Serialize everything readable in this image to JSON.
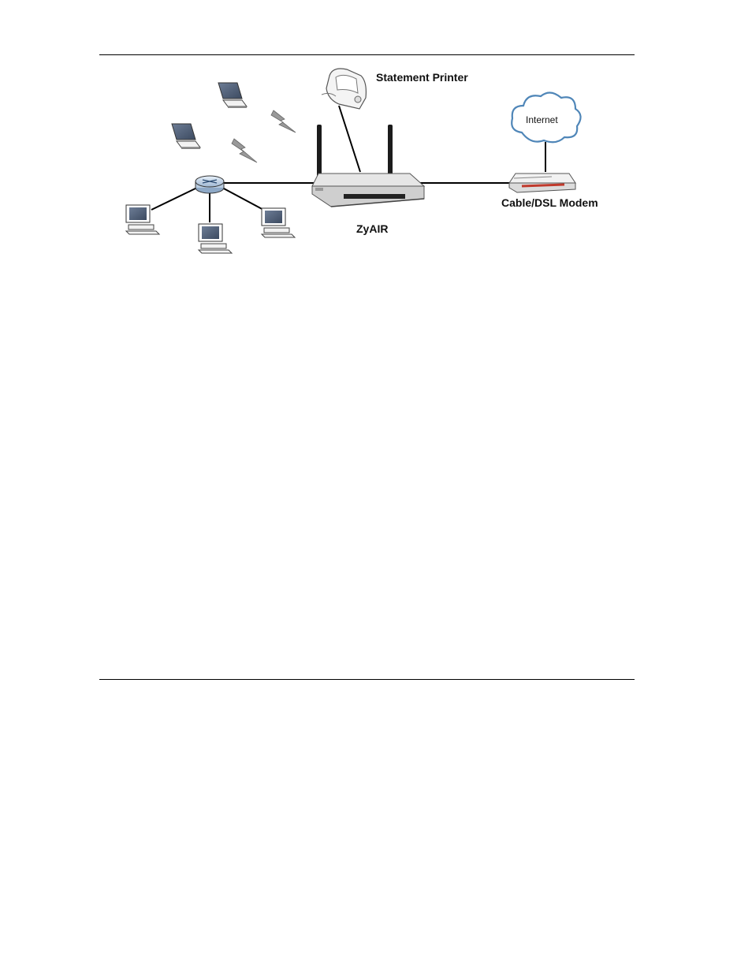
{
  "diagram": {
    "labels": {
      "statement_printer": "Statement Printer",
      "zyair": "ZyAIR",
      "cable_modem": "Cable/DSL Modem",
      "internet": "Internet"
    },
    "nodes": [
      {
        "id": "laptop-1",
        "kind": "laptop",
        "icon": "laptop-icon"
      },
      {
        "id": "laptop-2",
        "kind": "laptop",
        "icon": "laptop-icon"
      },
      {
        "id": "hub",
        "kind": "hub",
        "icon": "hub-icon"
      },
      {
        "id": "desktop-1",
        "kind": "desktop",
        "icon": "desktop-computer-icon"
      },
      {
        "id": "desktop-2",
        "kind": "desktop",
        "icon": "desktop-computer-icon"
      },
      {
        "id": "desktop-3",
        "kind": "desktop",
        "icon": "desktop-computer-icon"
      },
      {
        "id": "printer",
        "kind": "printer",
        "icon": "printer-icon"
      },
      {
        "id": "zyair",
        "kind": "access-point",
        "icon": "wireless-router-icon"
      },
      {
        "id": "modem",
        "kind": "modem",
        "icon": "modem-icon"
      },
      {
        "id": "internet",
        "kind": "cloud",
        "icon": "cloud-icon"
      }
    ],
    "links": [
      {
        "from": "hub",
        "to": "zyair",
        "type": "wired"
      },
      {
        "from": "hub",
        "to": "desktop-1",
        "type": "wired"
      },
      {
        "from": "hub",
        "to": "desktop-2",
        "type": "wired"
      },
      {
        "from": "hub",
        "to": "desktop-3",
        "type": "wired"
      },
      {
        "from": "printer",
        "to": "zyair",
        "type": "wired"
      },
      {
        "from": "zyair",
        "to": "modem",
        "type": "wired"
      },
      {
        "from": "modem",
        "to": "internet",
        "type": "wired"
      },
      {
        "from": "laptop-1",
        "to": "zyair",
        "type": "wireless"
      },
      {
        "from": "laptop-2",
        "to": "zyair",
        "type": "wireless"
      }
    ]
  }
}
